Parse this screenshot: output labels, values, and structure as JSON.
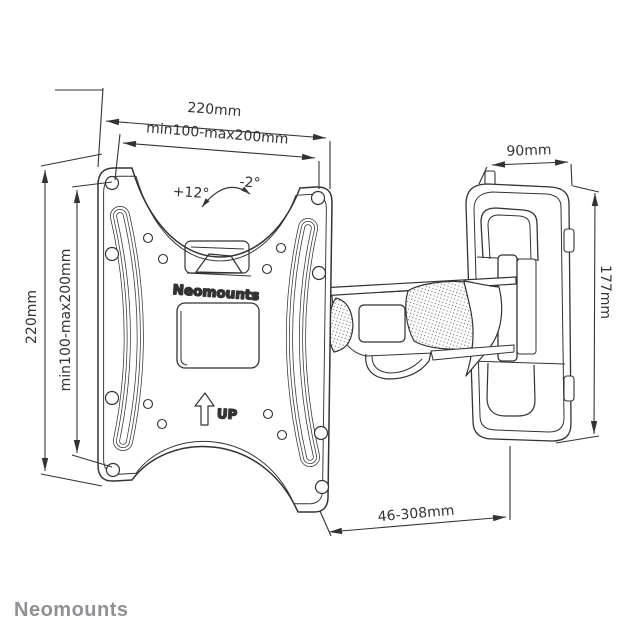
{
  "colors": {
    "line": "#333333",
    "logo": "#8F9196",
    "background": "#FFFFFF"
  },
  "dims": {
    "top_width": "220mm",
    "top_vesa": "min100-max200mm",
    "left_height": "220mm",
    "left_vesa": "min100-max200mm",
    "bracket_width": "90mm",
    "bracket_height": "177mm",
    "extension": "46-308mm",
    "tilt_up": "+12°",
    "tilt_down": "-2°"
  },
  "plate": {
    "brand": "Neomounts",
    "up": "UP"
  },
  "footer": {
    "brand": "Neomounts"
  }
}
